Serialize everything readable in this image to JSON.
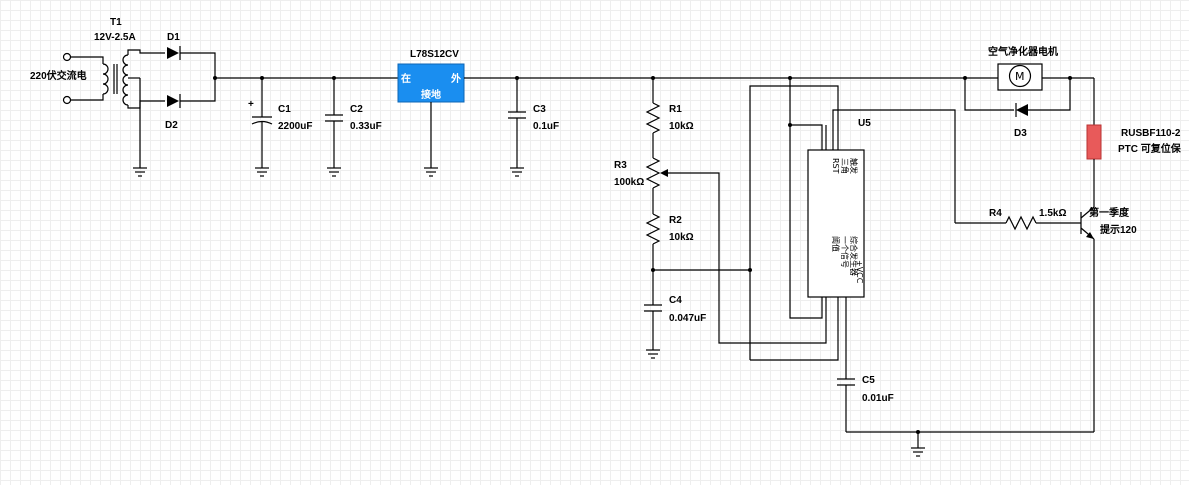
{
  "title": "空气净化器电机",
  "components": {
    "t1": {
      "name": "T1",
      "value": "12V-2.5A"
    },
    "ac_input": "220伏交流电",
    "d1": "D1",
    "d2": "D2",
    "d3": "D3",
    "c1": {
      "name": "C1",
      "value": "2200uF",
      "polarity": "+"
    },
    "c2": {
      "name": "C2",
      "value": "0.33uF"
    },
    "c3": {
      "name": "C3",
      "value": "0.1uF"
    },
    "c4": {
      "name": "C4",
      "value": "0.047uF"
    },
    "c5": {
      "name": "C5",
      "value": "0.01uF"
    },
    "regulator": {
      "name": "L78S12CV",
      "pin_in": "在",
      "pin_out": "外",
      "pin_gnd": "接地"
    },
    "r1": {
      "name": "R1",
      "value": "10kΩ"
    },
    "r2": {
      "name": "R2",
      "value": "10kΩ"
    },
    "r3": {
      "name": "R3",
      "value": "100kΩ"
    },
    "r4": {
      "name": "R4",
      "value": "1.5kΩ"
    },
    "u5": {
      "name": "U5",
      "pins_top": [
        "触发",
        "三角",
        "RST"
      ],
      "pins_bottom": [
        "综合发生器",
        "一个信号",
        "阈值",
        "+VCC"
      ]
    },
    "motor": {
      "symbol": "M"
    },
    "fuse": {
      "line1": "RUSBF110-2",
      "line2": "PTC 可复位保"
    },
    "transistor": {
      "line1": "第一季度",
      "line2": "提示120"
    }
  },
  "colors": {
    "regulator": "#1a8ef0",
    "fuse": "#e85a5a",
    "grid": "#eeeeee",
    "wire": "#000000"
  }
}
